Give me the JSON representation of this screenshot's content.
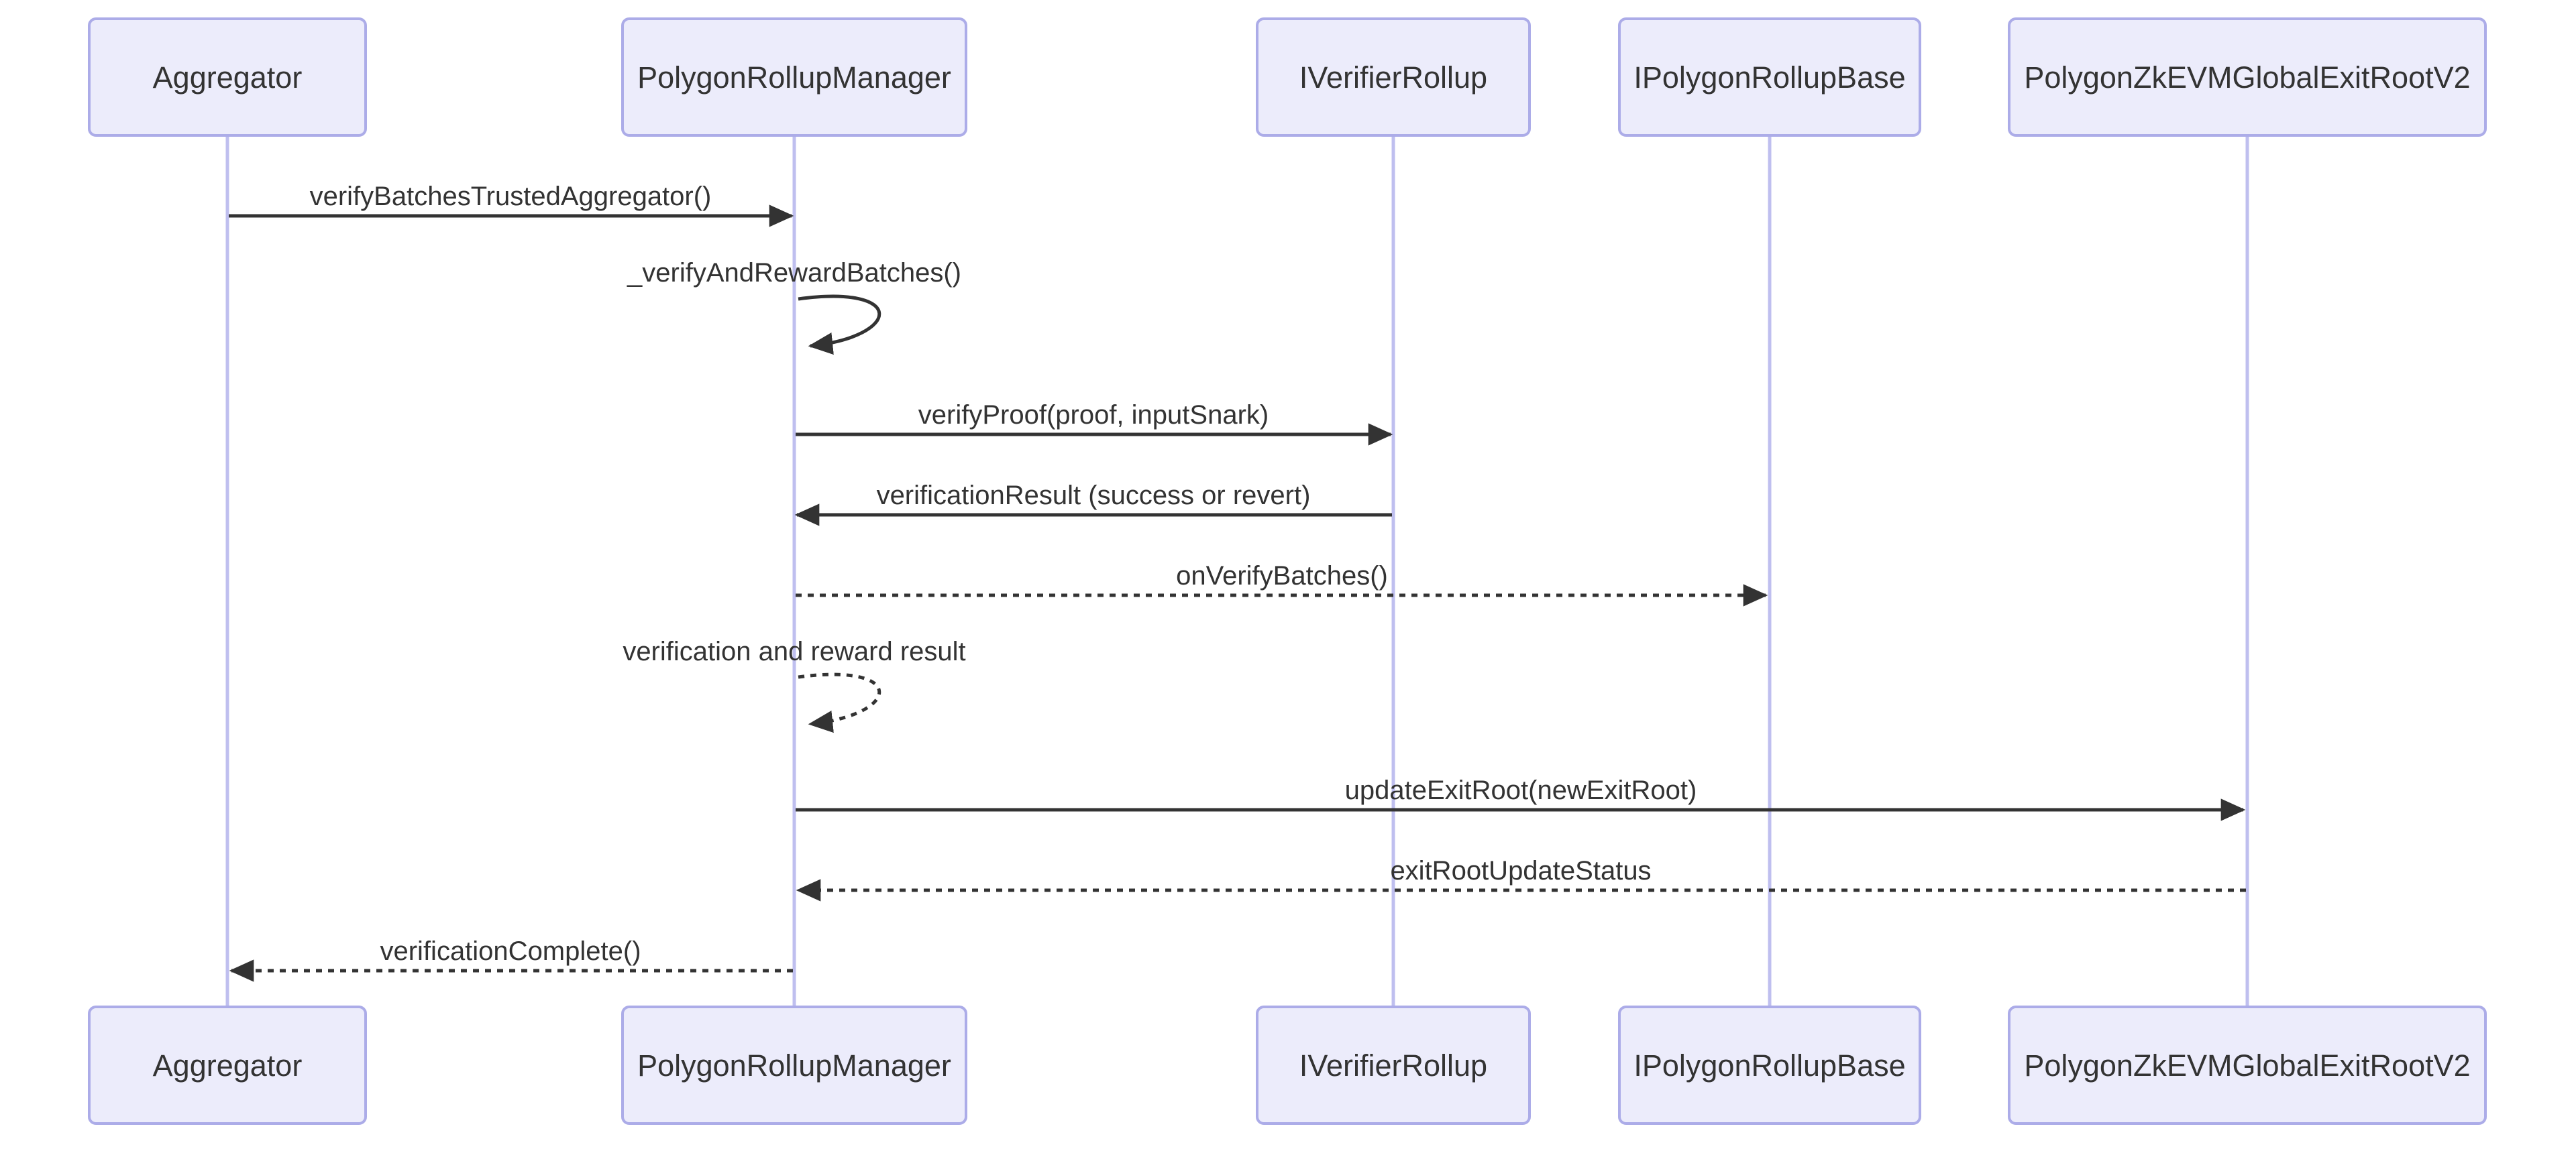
{
  "diagram": {
    "type": "sequence-diagram",
    "background": "#ffffff",
    "colors": {
      "actor_fill": "#ECECFB",
      "actor_border": "#ACACE8",
      "lifeline": "#BFBFEF",
      "message_line": "#333333",
      "text": "#333333"
    },
    "actors": [
      {
        "name": "Aggregator"
      },
      {
        "name": "PolygonRollupManager"
      },
      {
        "name": "IVerifierRollup"
      },
      {
        "name": "IPolygonRollupBase"
      },
      {
        "name": "PolygonZkEVMGlobalExitRootV2"
      }
    ],
    "messages": [
      {
        "from": "Aggregator",
        "to": "PolygonRollupManager",
        "label": "verifyBatchesTrustedAggregator()",
        "line": "solid",
        "arrow": "filled"
      },
      {
        "from": "PolygonRollupManager",
        "to": "PolygonRollupManager",
        "label": "_verifyAndRewardBatches()",
        "line": "solid",
        "arrow": "filled",
        "self": true
      },
      {
        "from": "PolygonRollupManager",
        "to": "IVerifierRollup",
        "label": "verifyProof(proof, inputSnark)",
        "line": "solid",
        "arrow": "filled"
      },
      {
        "from": "IVerifierRollup",
        "to": "PolygonRollupManager",
        "label": "verificationResult (success or revert)",
        "line": "solid",
        "arrow": "filled"
      },
      {
        "from": "PolygonRollupManager",
        "to": "IPolygonRollupBase",
        "label": "onVerifyBatches()",
        "line": "dashed",
        "arrow": "filled"
      },
      {
        "from": "PolygonRollupManager",
        "to": "PolygonRollupManager",
        "label": "verification and reward result",
        "line": "dashed",
        "arrow": "filled",
        "self": true
      },
      {
        "from": "PolygonRollupManager",
        "to": "PolygonZkEVMGlobalExitRootV2",
        "label": "updateExitRoot(newExitRoot)",
        "line": "solid",
        "arrow": "filled"
      },
      {
        "from": "PolygonZkEVMGlobalExitRootV2",
        "to": "PolygonRollupManager",
        "label": "exitRootUpdateStatus",
        "line": "dashed",
        "arrow": "filled"
      },
      {
        "from": "PolygonRollupManager",
        "to": "Aggregator",
        "label": "verificationComplete()",
        "line": "dashed",
        "arrow": "filled"
      }
    ]
  }
}
